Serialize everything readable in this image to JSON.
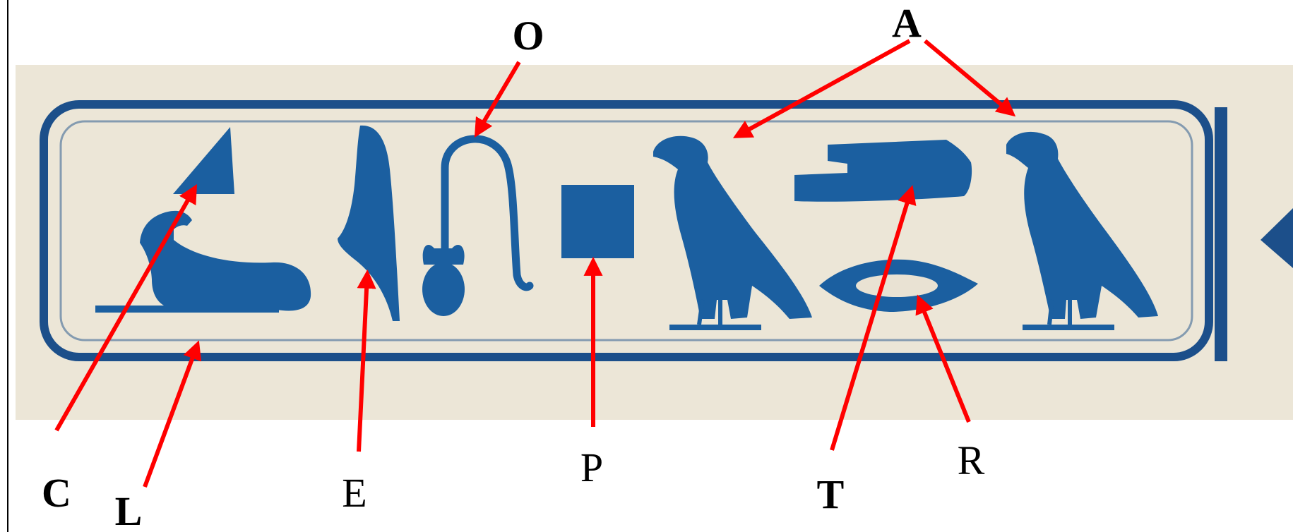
{
  "colors": {
    "glyph_blue": "#1b5fa0",
    "cartouche_blue": "#1c4f8a",
    "papyrus": "#e9e2d3",
    "arrow_red": "#ff0000"
  },
  "labels": {
    "O": "O",
    "A": "A",
    "C": "C",
    "L": "L",
    "E": "E",
    "P": "P",
    "T": "T",
    "R": "R"
  },
  "glyphs": [
    "lion-icon",
    "triangle-icon",
    "reed-leaf-icon",
    "rope-loop-icon",
    "square-icon",
    "vulture-icon",
    "hand-icon",
    "mouth-icon",
    "vulture-icon"
  ]
}
